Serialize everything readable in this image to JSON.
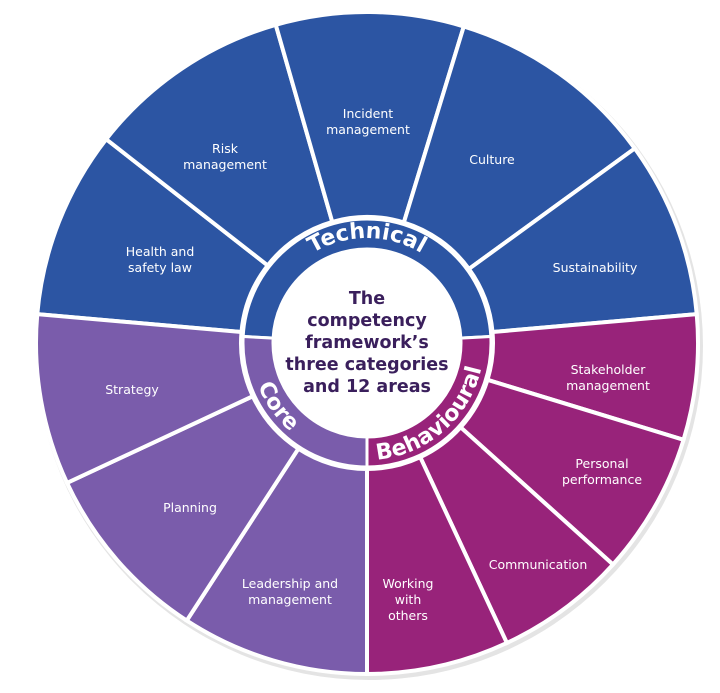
{
  "title": "The competency framework's three categories and 12 areas",
  "center_text": "The\ncompetency\nframework’s\nthree categories\nand 12 areas",
  "colors": {
    "technical": "#2c55a3",
    "core": "#7a5cab",
    "behavioural": "#98237a",
    "center_text": "#3a1f5c"
  },
  "categories": [
    {
      "name": "Technical",
      "areas": [
        "Health and\nsafety law",
        "Risk\nmanagement",
        "Incident\nmanagement",
        "Culture",
        "Sustainability"
      ]
    },
    {
      "name": "Behavioural",
      "areas": [
        "Stakeholder\nmanagement",
        "Personal\nperformance",
        "Communication",
        "Working\nwith\nothers"
      ]
    },
    {
      "name": "Core",
      "areas": [
        "Leadership and\nmanagement",
        "Planning",
        "Strategy"
      ]
    }
  ]
}
